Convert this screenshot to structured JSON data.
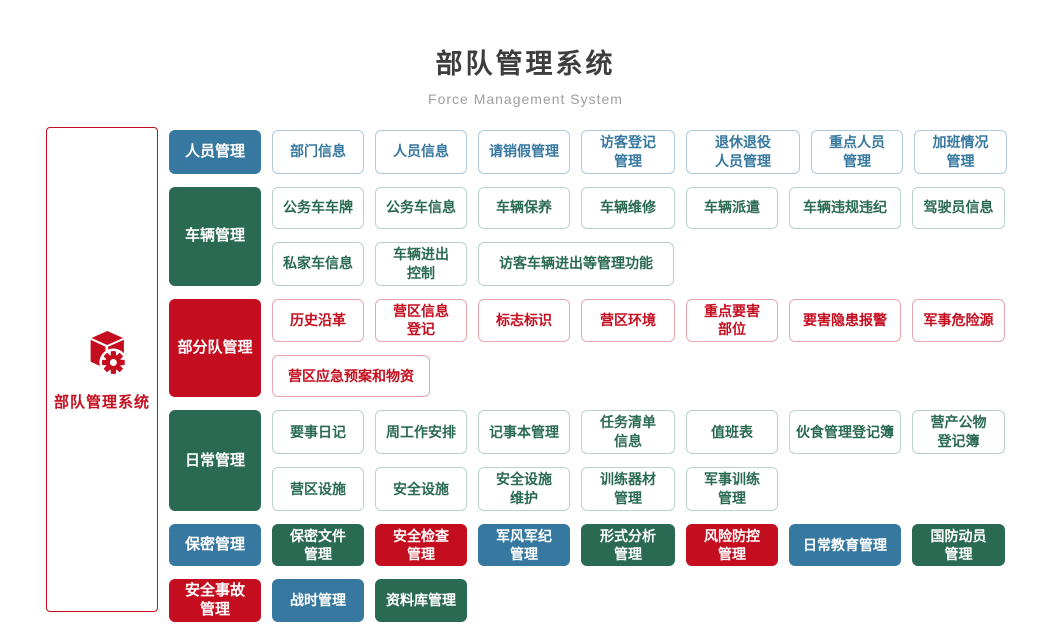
{
  "header": {
    "title": "部队管理系统",
    "subtitle": "Force Management System"
  },
  "root": {
    "label": "部队管理系统",
    "icon": "cube-gear-icon"
  },
  "colors": {
    "blue": "#36789F",
    "green": "#2A6A52",
    "red": "#C40D1E"
  },
  "groups": [
    {
      "category": {
        "label": "人员管理",
        "color": "blue"
      },
      "rows": [
        {
          "items": [
            {
              "label": "部门信息"
            },
            {
              "label": "人员信息"
            },
            {
              "label": "请销假管理"
            },
            {
              "label": "访客登记\n管理"
            },
            {
              "label": "退休退役\n人员管理"
            },
            {
              "label": "重点人员\n管理"
            },
            {
              "label": "加班情况\n管理"
            }
          ]
        }
      ]
    },
    {
      "category": {
        "label": "车辆管理",
        "color": "green"
      },
      "rows": [
        {
          "items": [
            {
              "label": "公务车车牌"
            },
            {
              "label": "公务车信息"
            },
            {
              "label": "车辆保养"
            },
            {
              "label": "车辆维修"
            },
            {
              "label": "车辆派遣"
            },
            {
              "label": "车辆违规违纪"
            },
            {
              "label": "驾驶员信息"
            }
          ]
        },
        {
          "items": [
            {
              "label": "私家车信息"
            },
            {
              "label": "车辆进出\n控制"
            },
            {
              "label": "访客车辆进出等管理功能"
            }
          ]
        }
      ]
    },
    {
      "category": {
        "label": "部分队管理",
        "color": "red"
      },
      "rows": [
        {
          "items": [
            {
              "label": "历史沿革"
            },
            {
              "label": "营区信息\n登记"
            },
            {
              "label": "标志标识"
            },
            {
              "label": "营区环境"
            },
            {
              "label": "重点要害\n部位"
            },
            {
              "label": "要害隐患报警"
            },
            {
              "label": "军事危险源"
            }
          ]
        },
        {
          "items": [
            {
              "label": "营区应急预案和物资"
            }
          ]
        }
      ]
    },
    {
      "category": {
        "label": "日常管理",
        "color": "green"
      },
      "rows": [
        {
          "items": [
            {
              "label": "要事日记"
            },
            {
              "label": "周工作安排"
            },
            {
              "label": "记事本管理"
            },
            {
              "label": "任务清单\n信息"
            },
            {
              "label": "值班表"
            },
            {
              "label": "伙食管理登记簿"
            },
            {
              "label": "营产公物\n登记簿"
            }
          ]
        },
        {
          "items": [
            {
              "label": "营区设施"
            },
            {
              "label": "安全设施"
            },
            {
              "label": "安全设施\n维护"
            },
            {
              "label": "训练器材\n管理"
            },
            {
              "label": "军事训练\n管理"
            }
          ]
        }
      ]
    },
    {
      "category": {
        "label": "保密管理",
        "color": "blue"
      },
      "solid_items": [
        {
          "label": "保密文件\n管理",
          "color": "green"
        },
        {
          "label": "安全检查\n管理",
          "color": "red"
        },
        {
          "label": "军风军纪\n管理",
          "color": "blue"
        },
        {
          "label": "形式分析\n管理",
          "color": "green"
        },
        {
          "label": "风险防控\n管理",
          "color": "red"
        },
        {
          "label": "日常教育管理",
          "color": "blue"
        },
        {
          "label": "国防动员\n管理",
          "color": "green"
        }
      ]
    },
    {
      "category": {
        "label": "安全事故\n管理",
        "color": "red"
      },
      "solid_items": [
        {
          "label": "战时管理",
          "color": "blue"
        },
        {
          "label": "资料库管理",
          "color": "green"
        }
      ]
    }
  ]
}
